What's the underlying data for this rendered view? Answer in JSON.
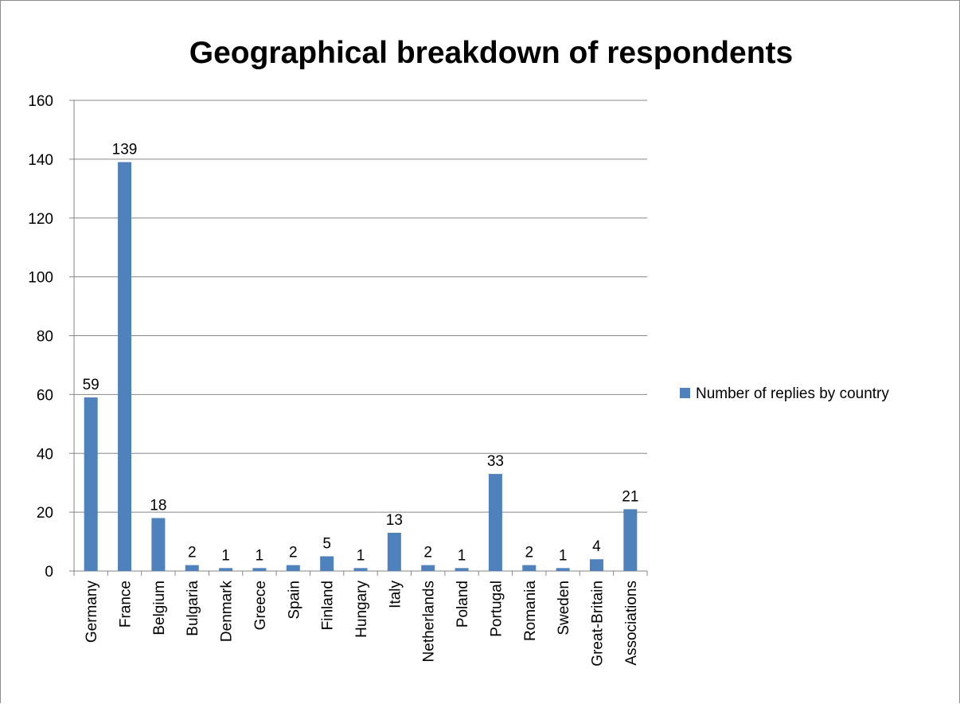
{
  "chart_data": {
    "type": "bar",
    "title": "Geographical breakdown of respondents",
    "xlabel": "",
    "ylabel": "",
    "ylim": [
      0,
      160
    ],
    "yticks": [
      0,
      20,
      40,
      60,
      80,
      100,
      120,
      140,
      160
    ],
    "grid": true,
    "legend_position": "right",
    "categories": [
      "Germany",
      "France",
      "Belgium",
      "Bulgaria",
      "Denmark",
      "Greece",
      "Spain",
      "Finland",
      "Hungary",
      "Italy",
      "Netherlands",
      "Poland",
      "Portugal",
      "Romania",
      "Sweden",
      "Great-Britain",
      "Associations"
    ],
    "series": [
      {
        "name": "Number of replies by country",
        "color": "#4f81bd",
        "values": [
          59,
          139,
          18,
          2,
          1,
          1,
          2,
          5,
          1,
          13,
          2,
          1,
          33,
          2,
          1,
          4,
          21
        ]
      }
    ]
  }
}
